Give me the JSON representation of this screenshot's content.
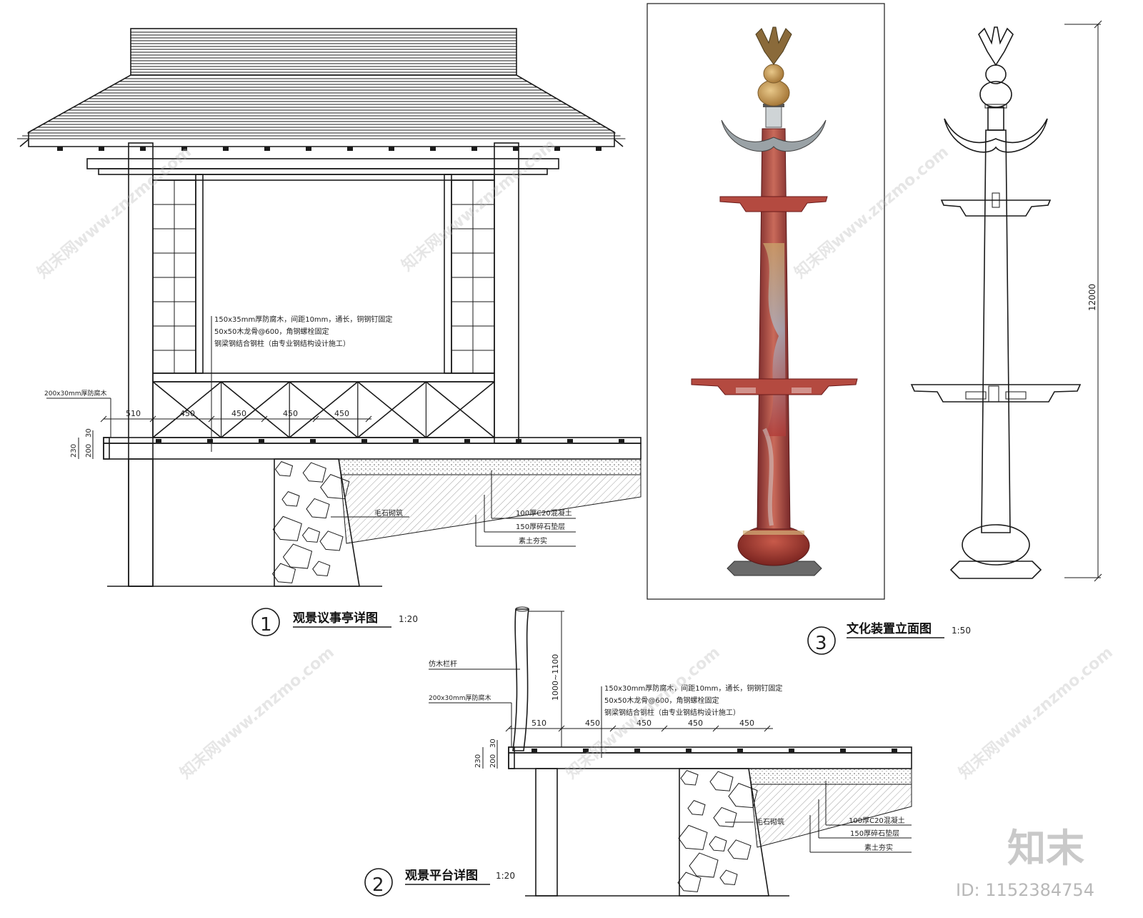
{
  "drawing1": {
    "number": "1",
    "title": "观景议事亭详图",
    "scale": "1:20",
    "notes": [
      "150x35mm厚防腐木，间距10mm，通长，铜钢钉固定",
      "50x50木龙骨@600，角钢螺栓固定",
      "钢梁钢结合钢柱（由专业钢结构设计施工）"
    ],
    "edge_board": "200x30mm厚防腐木",
    "dims_top": [
      "510",
      "450",
      "450",
      "450",
      "450"
    ],
    "dims_side": [
      "30",
      "200",
      "230"
    ],
    "rubble": "毛石砌筑",
    "layers": [
      "100厚C20混凝土",
      "150厚碎石垫层",
      "素土夯实"
    ]
  },
  "drawing2": {
    "number": "2",
    "title": "观景平台详图",
    "scale": "1:20",
    "rail": "仿木栏杆",
    "rail_height": "1000~1100",
    "edge_board": "200x30mm厚防腐木",
    "notes": [
      "150x30mm厚防腐木，间距10mm，通长，铜钢钉固定",
      "50x50木龙骨@600，角钢螺栓固定",
      "钢梁钢结合钢柱（由专业钢结构设计施工）"
    ],
    "dims_top": [
      "510",
      "450",
      "450",
      "450",
      "450"
    ],
    "dims_side": [
      "30",
      "200",
      "230"
    ],
    "rubble": "毛石砌筑",
    "layers": [
      "100厚C20混凝土",
      "150厚碎石垫层",
      "素土夯实"
    ]
  },
  "drawing3": {
    "number": "3",
    "title": "文化装置立面图",
    "scale": "1:50",
    "height_dim": "12000"
  },
  "watermark": {
    "text": "知末网www.znzmo.com"
  },
  "brand": {
    "name": "知末",
    "id": "ID: 1152384754"
  },
  "colors": {
    "line": "#1a1a1a",
    "pole_red": "#9c3a3a",
    "horn": "#9aa2a6",
    "gourd": "#c9a05a",
    "brace_red": "#b44a40",
    "drum": "#a83a32",
    "base": "#707070"
  }
}
